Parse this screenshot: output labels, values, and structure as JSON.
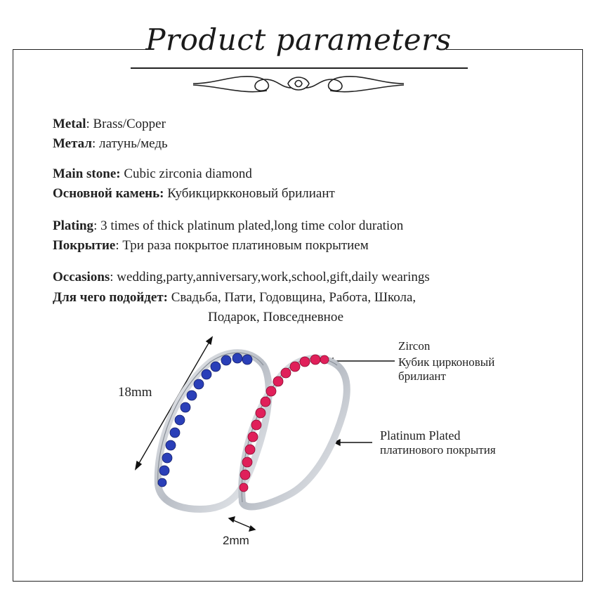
{
  "header": {
    "title": "Product parameters"
  },
  "specs": {
    "metal": {
      "label_en": "Metal",
      "value_en": ": Brass/Copper",
      "label_ru": "Метал",
      "value_ru": ": латунь/медь"
    },
    "stone": {
      "label_en": "Main stone:",
      "value_en": " Cubic zirconia diamond",
      "label_ru": "Основной камень:",
      "value_ru": " Кубикциркконовый брилиант"
    },
    "plating": {
      "label_en": "Plating",
      "value_en": ":  3 times of thick platinum plated,long time color duration",
      "label_ru": "Покрытие",
      "value_ru": ": Три раза покрытое платиновым покрытием"
    },
    "occasions": {
      "label_en": "Occasions",
      "value_en": ": wedding,party,anniversary,work,school,gift,daily wearings",
      "label_ru": "Для чего подойдет:",
      "value_ru": "  Свадьба, Пати, Годовщина, Работа, Школа,",
      "value_ru_2": "Подарок, Повседневное"
    }
  },
  "annotations": {
    "zircon_en": "Zircon",
    "zircon_ru_1": "Кубик цирконовый",
    "zircon_ru_2": "брилиант",
    "plated_en": "Platinum Plated",
    "plated_ru": "платинового покрытия",
    "height": "18mm",
    "width": "2mm"
  },
  "colors": {
    "blue_stone": "#2a3fb8",
    "red_stone": "#e0205a",
    "silver": "#c8ccd2"
  }
}
